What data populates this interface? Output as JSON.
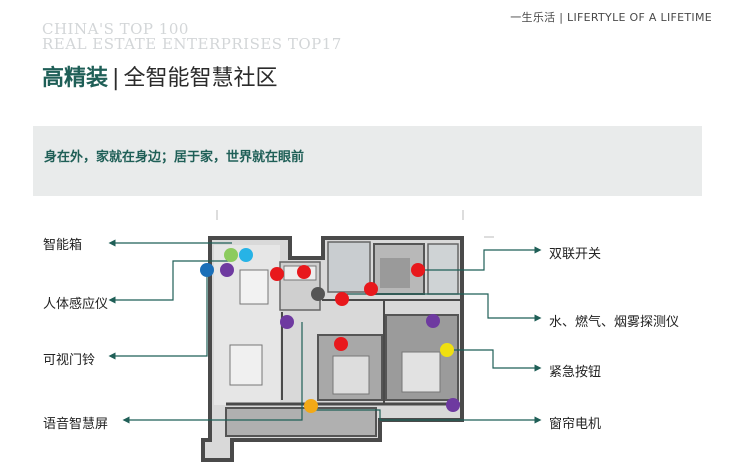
{
  "header": {
    "bg_title_line1": "CHINA'S TOP 100",
    "bg_title_line2": "REAL ESTATE ENTERPRISES TOP17",
    "brand": "一生乐活 | LIFERTYLE OF A LIFETIME",
    "headline_bold": "高精装",
    "headline_sep": "|",
    "headline_rest": "全智能智慧社区"
  },
  "banner": {
    "text": "身在外，家就在身边；居于家，世界就在眼前"
  },
  "left_labels": [
    "智能箱",
    "人体感应仪",
    "可视门铃",
    "语音智慧屏"
  ],
  "right_labels": [
    "双联开关",
    "水、燃气、烟雾探测仪",
    "紧急按钮",
    "窗帘电机"
  ],
  "colors": {
    "teal": "#1f5f57",
    "red": "#e8181c",
    "purple": "#6e3aa0",
    "blue": "#1a6fb8",
    "cyan": "#27b3e6",
    "green": "#8ccb5e",
    "yellow": "#f0e010",
    "orange": "#f2a917",
    "gray": "#555555"
  }
}
